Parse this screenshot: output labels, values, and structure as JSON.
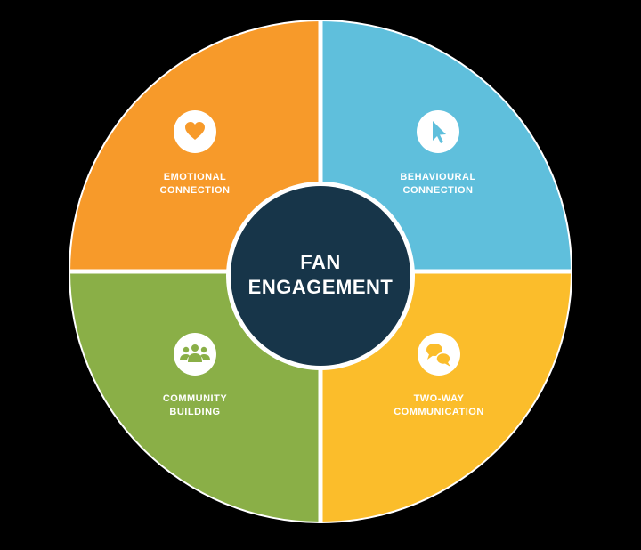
{
  "center": {
    "line1": "FAN",
    "line2": "ENGAGEMENT",
    "color": "#173549"
  },
  "quadrants": {
    "top_left": {
      "line1": "EMOTIONAL",
      "line2": "CONNECTION",
      "color": "#f79a2a",
      "icon": "heart-icon"
    },
    "top_right": {
      "line1": "BEHAVIOURAL",
      "line2": "CONNECTION",
      "color": "#5fbfdc",
      "icon": "cursor-icon"
    },
    "bottom_left": {
      "line1": "COMMUNITY",
      "line2": "BUILDING",
      "color": "#8aaf47",
      "icon": "people-icon"
    },
    "bottom_right": {
      "line1": "TWO-WAY",
      "line2": "COMMUNICATION",
      "color": "#fbbd2b",
      "icon": "chat-bubbles-icon"
    }
  },
  "colors": {
    "background": "#000000",
    "divider": "#ffffff"
  }
}
